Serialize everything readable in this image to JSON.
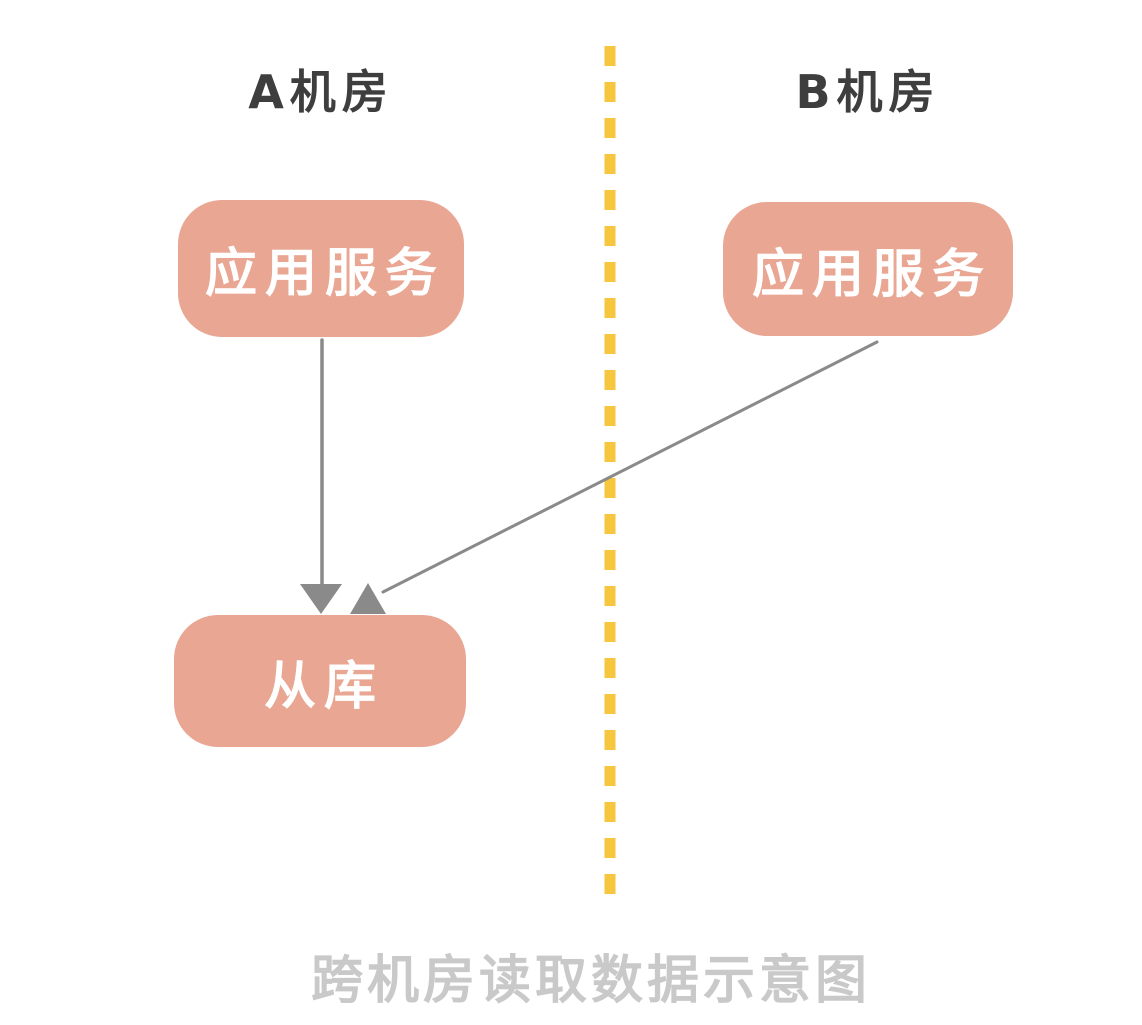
{
  "diagram": {
    "caption": "跨机房读取数据示意图",
    "regions": {
      "left": {
        "label": "A机房"
      },
      "right": {
        "label": "B机房"
      }
    },
    "nodes": {
      "app_a": {
        "label": "应用服务"
      },
      "app_b": {
        "label": "应用服务"
      },
      "slave_db": {
        "label": "从库"
      }
    },
    "edges": [
      {
        "from": "app_a",
        "to": "slave_db",
        "type": "arrow-down"
      },
      {
        "from": "app_b",
        "to": "slave_db",
        "type": "arrow-diagonal-cross-region"
      }
    ],
    "colors": {
      "background": "#FFFFFF",
      "node_fill": "#E9A692",
      "node_text": "#FFFFFF",
      "region_label_text": "#3E3E3E",
      "divider_yellow": "#F6C63E",
      "line_gray": "#8A8A8A",
      "caption_gray": "#C9C9C9"
    }
  }
}
